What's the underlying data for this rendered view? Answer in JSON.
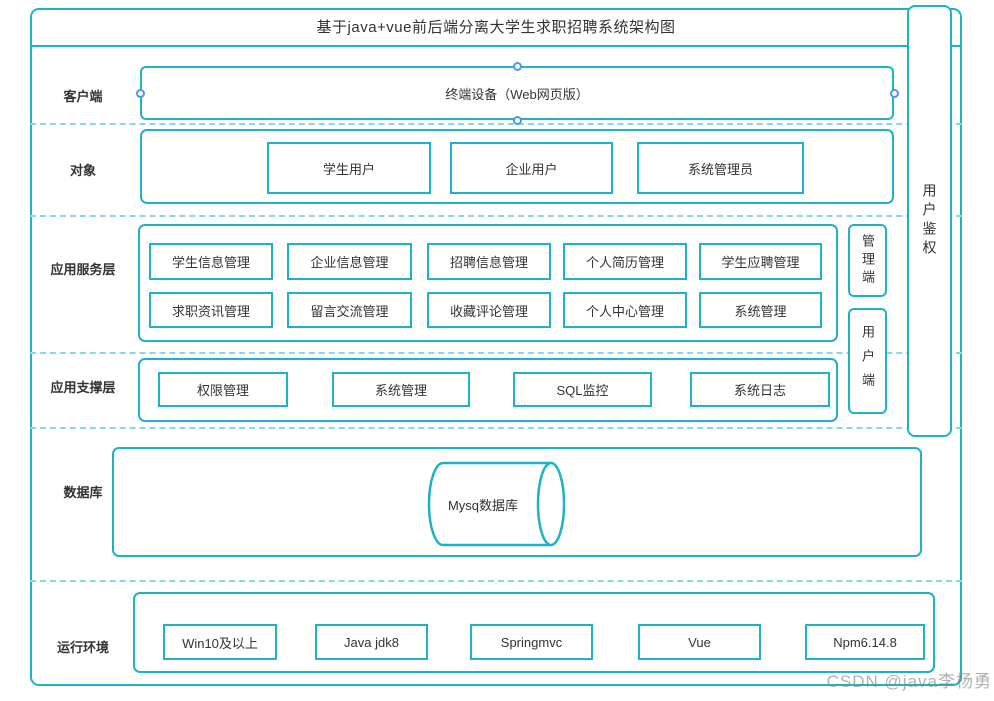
{
  "title": "基于java+vue前后端分离大学生求职招聘系统架构图",
  "watermark": "CSDN @java李杨勇",
  "colors": {
    "accent": "#1fb2c4",
    "dashed": "#86d9e3",
    "handle": "#4e96e8",
    "text": "#333333",
    "watermark": "#828282"
  },
  "rows": {
    "client": {
      "label": "客户端",
      "terminal": "终端设备（Web网页版）"
    },
    "objects": {
      "label": "对象",
      "items": [
        "学生用户",
        "企业用户",
        "系统管理员"
      ]
    },
    "services": {
      "label": "应用服务层",
      "row1": [
        "学生信息管理",
        "企业信息管理",
        "招聘信息管理",
        "个人简历管理",
        "学生应聘管理"
      ],
      "row2": [
        "求职资讯管理",
        "留言交流管理",
        "收藏评论管理",
        "个人中心管理",
        "系统管理"
      ]
    },
    "support": {
      "label": "应用支撑层",
      "items": [
        "权限管理",
        "系统管理",
        "SQL监控",
        "系统日志"
      ]
    },
    "database": {
      "label": "数据库",
      "db": "Mysq数据库"
    },
    "runtime": {
      "label": "运行环境",
      "items": [
        "Win10及以上",
        "Java jdk8",
        "Springmvc",
        "Vue",
        "Npm6.14.8"
      ]
    }
  },
  "right_column": {
    "auth": "用户鉴权",
    "admin": "管理端",
    "user": "用户端"
  }
}
